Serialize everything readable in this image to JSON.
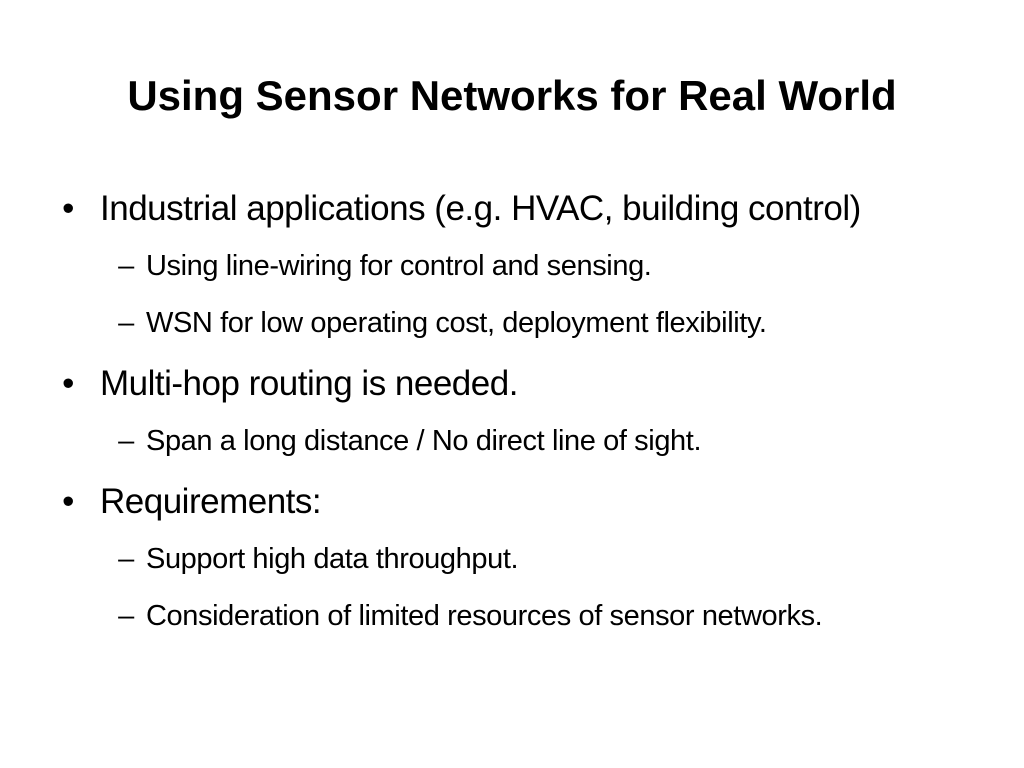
{
  "slide": {
    "title": "Using Sensor Networks for Real World",
    "bullet_marker": "•",
    "sub_marker": "–",
    "items": [
      {
        "text": "Industrial applications (e.g. HVAC, building control)",
        "subitems": [
          "Using line-wiring for control and sensing.",
          "WSN for low operating cost, deployment flexibility."
        ]
      },
      {
        "text": "Multi-hop routing is needed.",
        "subitems": [
          "Span a long distance / No direct line of sight."
        ]
      },
      {
        "text": "Requirements:",
        "subitems": [
          "Support high data throughput.",
          "Consideration of limited resources of sensor networks."
        ]
      }
    ]
  }
}
